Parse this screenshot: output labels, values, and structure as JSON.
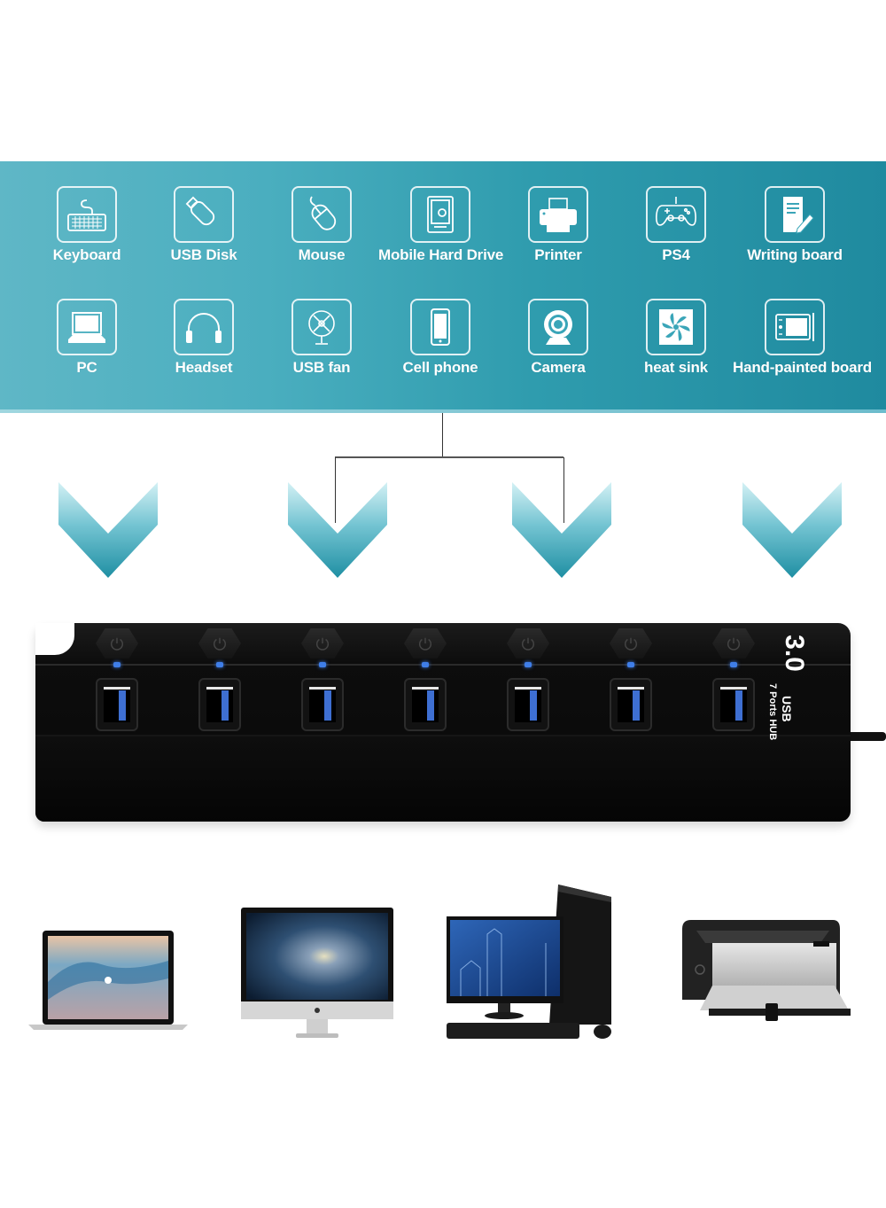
{
  "banner": {
    "background_colors": [
      "#5fb7c6",
      "#1f8a9f"
    ],
    "row1": [
      {
        "label": "Keyboard",
        "icon": "keyboard-icon"
      },
      {
        "label": "USB Disk",
        "icon": "usb-disk-icon"
      },
      {
        "label": "Mouse",
        "icon": "mouse-icon"
      },
      {
        "label": "Mobile Hard Drive",
        "icon": "hard-drive-icon"
      },
      {
        "label": "Printer",
        "icon": "printer-icon"
      },
      {
        "label": "PS4",
        "icon": "gamepad-icon"
      },
      {
        "label": "Writing board",
        "icon": "writing-board-icon"
      }
    ],
    "row2": [
      {
        "label": "PC",
        "icon": "laptop-icon"
      },
      {
        "label": "Headset",
        "icon": "headset-icon"
      },
      {
        "label": "USB fan",
        "icon": "fan-icon"
      },
      {
        "label": "Cell phone",
        "icon": "phone-icon"
      },
      {
        "label": "Camera",
        "icon": "webcam-icon"
      },
      {
        "label": "heat sink",
        "icon": "heat-sink-icon"
      },
      {
        "label": "Hand-painted board",
        "icon": "drawing-tablet-icon"
      }
    ]
  },
  "hub": {
    "version": "3.0",
    "brand": "USB",
    "subtitle": "7 Ports HUB",
    "port_count": 7,
    "led_color": "#3f7ee8",
    "port_color": "#3e6fd2"
  },
  "devices": [
    {
      "name": "Laptop"
    },
    {
      "name": "All-in-one desktop"
    },
    {
      "name": "Desktop PC with monitor"
    },
    {
      "name": "Laser printer"
    }
  ]
}
